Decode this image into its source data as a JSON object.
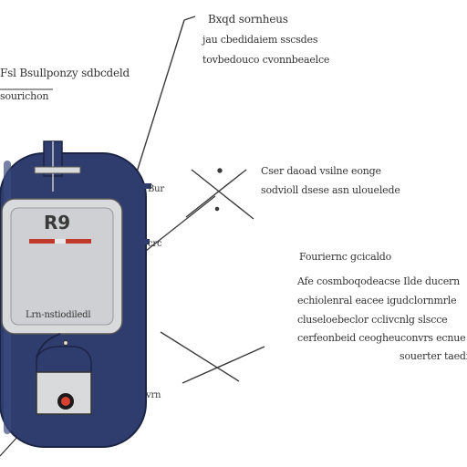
{
  "labels": {
    "top_right": [
      "Bxqd sornheus",
      "jau cbedidaiem sscsdes",
      "tovbedouco cvonnbeaelce"
    ],
    "upper_left": [
      "Fsl Bsullponzy sdbcdeld",
      "sourichon"
    ],
    "middle_right": [
      "Cser daoad vsilne eonge",
      "sodvioll dsese asn ulouelede"
    ],
    "lower_right_heading": "Fouriernc gcicaldo",
    "lower_right": [
      "Afe cosmboqodeacse Ilde ducern",
      "echiolenral eacee igudclornmrle",
      "cluseloebeclor cclivcnlg slscce",
      "cerfeonbeid ceogheuconvrs ecnue",
      "souerter taedi"
    ],
    "right_of_device": [
      "Bur",
      "crc"
    ],
    "near_bottom": "vrn",
    "device_display_value": "R9",
    "device_display_caption": "Lrn-nstiodiledl"
  },
  "colors": {
    "body": "#2f3d6e",
    "body_outline": "#1c2545",
    "panel": "#d9dadc",
    "indicator": "#c0392b",
    "line": "#3a3a3a"
  },
  "icons": [
    "cross-marker-icon",
    "cross-marker-icon",
    "power-button-icon"
  ]
}
